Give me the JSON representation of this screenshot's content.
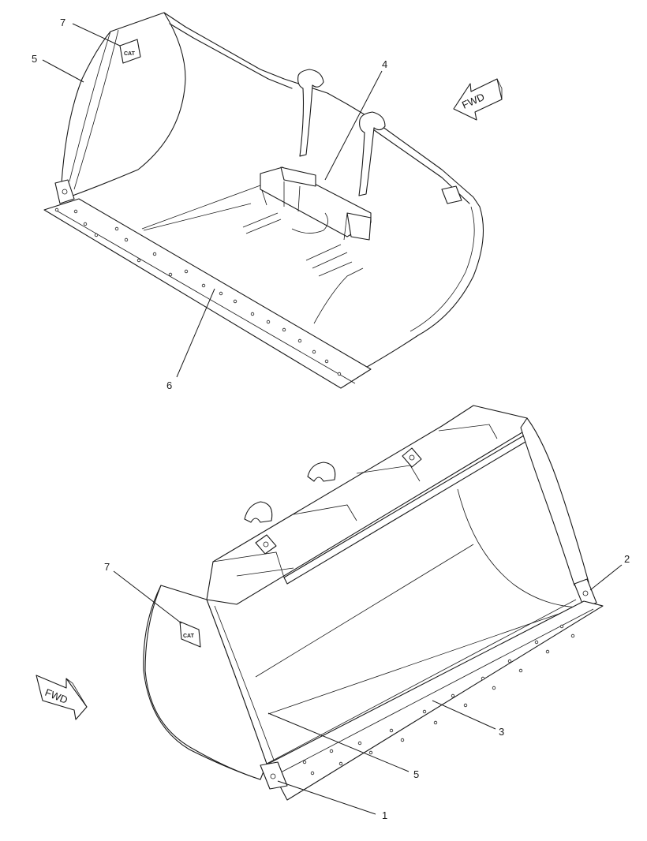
{
  "callouts": {
    "top": {
      "item7": "7",
      "item5": "5",
      "item4": "4",
      "item6": "6"
    },
    "bottom": {
      "item7": "7",
      "item2": "2",
      "item3": "3",
      "item5": "5",
      "item1": "1"
    }
  },
  "direction_arrows": {
    "top_label": "FWD",
    "bottom_label": "FWD"
  },
  "logo_text": "CAT",
  "colors": {
    "line": "#1a1a1a",
    "background": "#ffffff"
  }
}
